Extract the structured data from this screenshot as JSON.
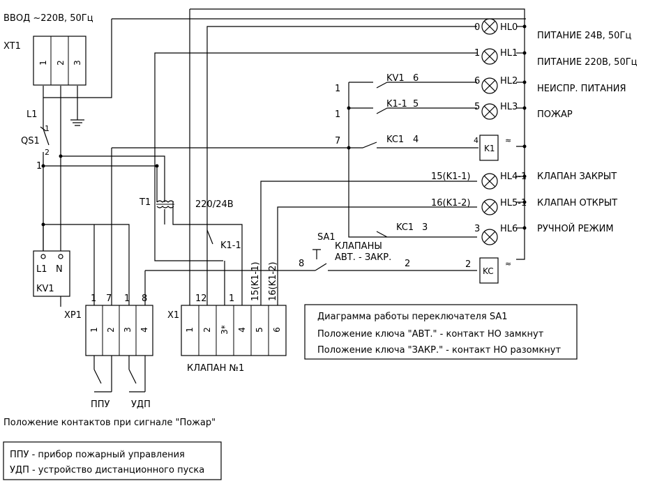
{
  "supply": {
    "title": "ВВОД ~220В, 50Гц",
    "terminal_block": "XT1",
    "terminals": [
      "1",
      "2",
      "3"
    ]
  },
  "breaker": {
    "line": "L1",
    "name": "QS1",
    "pin_top": "1",
    "pin_bottom": "2",
    "pin_left": "1"
  },
  "relay_kv1": {
    "pins": [
      "L1",
      "N"
    ],
    "name": "KV1"
  },
  "transformer": {
    "name": "T1",
    "ratio": "220/24В"
  },
  "k1_contact": "K1-1",
  "lamps": [
    {
      "num": "0",
      "id": "HL0",
      "desc": "ПИТАНИЕ 24В, 50Гц"
    },
    {
      "num": "1",
      "id": "HL1",
      "desc": "ПИТАНИЕ 220В, 50Гц"
    },
    {
      "num": "6",
      "id": "HL2",
      "desc": "НЕИСПР. ПИТАНИЯ"
    },
    {
      "num": "5",
      "id": "HL3",
      "desc": "ПОЖАР"
    },
    {
      "num": "15(K1-1)",
      "id": "HL4-1",
      "desc": "КЛАПАН ЗАКРЫТ"
    },
    {
      "num": "16(K1-2)",
      "id": "HL5-1",
      "desc": "КЛАПАН ОТКРЫТ"
    },
    {
      "num": "3",
      "id": "HL6",
      "desc": "РУЧНОЙ РЕЖИМ"
    }
  ],
  "contacts": [
    {
      "left": "1",
      "name": "KV1",
      "right": "6"
    },
    {
      "left": "1",
      "name": "K1-1",
      "right": "5"
    },
    {
      "left": "7",
      "name": "KC1",
      "right": "4"
    },
    {
      "name": "KC1",
      "right": "3"
    }
  ],
  "coil_k1": {
    "name": "K1",
    "pin_left": "4",
    "sym": "≈"
  },
  "coil_kc": {
    "name": "KC",
    "pin_left": "2",
    "sym": "≈"
  },
  "switch_sa1": {
    "name": "SA1",
    "label_line1": "КЛАПАНЫ",
    "label_line2": "АВТ. - ЗАКР.",
    "wire_left": "8",
    "wire_right": "2"
  },
  "xp1": {
    "name": "XP1",
    "wires": [
      "1",
      "7",
      "1",
      "8"
    ],
    "pins": [
      "1",
      "2",
      "3",
      "4"
    ],
    "label_left": "ППУ",
    "label_right": "УДП"
  },
  "x1": {
    "name": "X1",
    "wires": [
      "12",
      "1",
      "15(K1-1)",
      "16(K1-2)"
    ],
    "pins": [
      "1",
      "2",
      "3*",
      "4",
      "5",
      "6"
    ],
    "caption": "КЛАПАН №1"
  },
  "fire_note": "Положение контактов при сигнале \"Пожар\"",
  "sa1_box": {
    "line1": "Диаграмма работы переключателя SA1",
    "line2": "Положение ключа \"АВТ.\" - контакт НО замкнут",
    "line3": "Положение ключа \"ЗАКР.\" - контакт НО разомкнут"
  },
  "legend": {
    "line1": "ППУ - прибор пожарный управления",
    "line2": "УДП - устройство дистанционного пуска"
  }
}
